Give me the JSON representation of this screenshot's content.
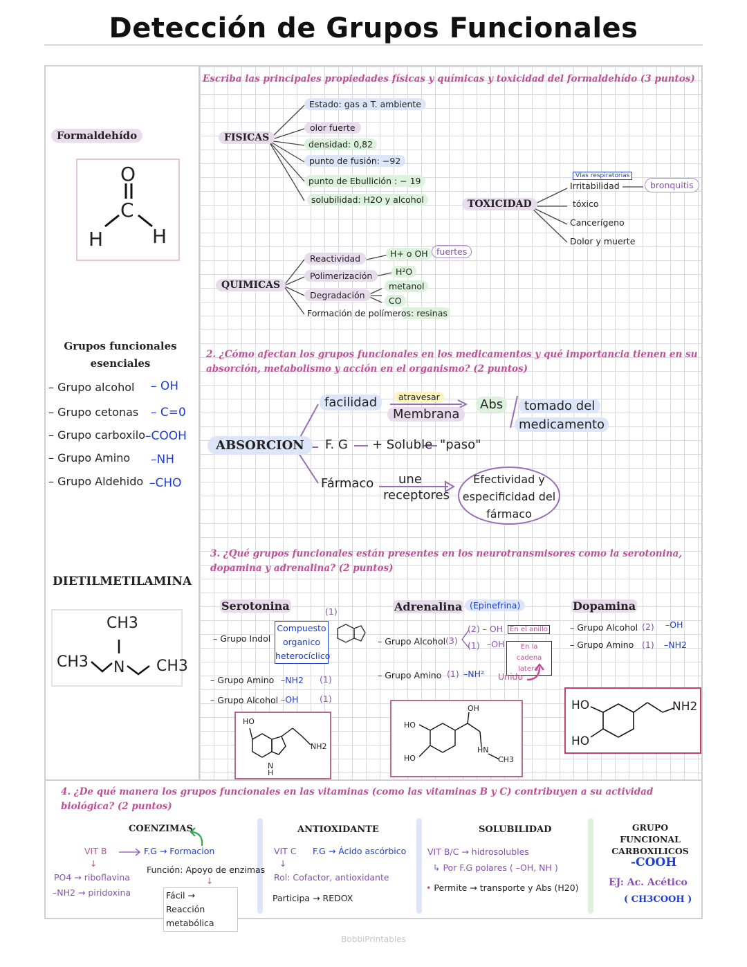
{
  "title": "Detección de Grupos Funcionales",
  "watermark": "BobbiPrintables",
  "colors": {
    "accent_pink": "#c04f97",
    "accent_blue": "#1b3ed1",
    "accent_violet": "#8b4fb6",
    "box_border": "#b46a8f"
  },
  "left": {
    "formaldehido_label": "Formaldehído",
    "formaldehido_atoms": {
      "o": "O",
      "c": "C",
      "h1": "H",
      "h2": "H"
    },
    "grupos_title_1": "Grupos funcionales",
    "grupos_title_2": "esenciales",
    "grupos": [
      {
        "name": "– Grupo alcohol",
        "formula": "– OH"
      },
      {
        "name": "– Grupo cetonas",
        "formula": "– C=0"
      },
      {
        "name": "– Grupo carboxilo",
        "formula": "–COOH"
      },
      {
        "name": "– Grupo Amino",
        "formula": "–NH"
      },
      {
        "name": "– Grupo Aldehido",
        "formula": "–CHO"
      }
    ],
    "dietil_label": "DIETILMETILAMINA",
    "dietil_atoms": {
      "top": "CH3",
      "n": "N",
      "left": "CH3",
      "right": "CH3"
    }
  },
  "q1": {
    "question": "Escriba las principales propiedades físicas y químicas y toxicidad del formaldehído (3 puntos)",
    "fisicas_label": "FISICAS",
    "fisicas": [
      "Estado: gas a T. ambiente",
      "olor fuerte",
      "densidad: 0,82",
      "punto de fusión: −92",
      "punto de Ebullición : − 19",
      "solubilidad: H2O y alcohol"
    ],
    "quimicas_label": "QUIMICAS",
    "quimicas": [
      "Reactividad",
      "Polimerización",
      "Degradación",
      "Formación de polímeros: resinas"
    ],
    "reactividad_detail": "H+ o OH",
    "fuertes": "fuertes",
    "polimerizacion_detail": "H²O",
    "degradacion_detail_1": "metanol",
    "degradacion_detail_2": "CO",
    "toxicidad_label": "TOXICIDAD",
    "toxicidad": [
      "Irritabilidad",
      "tóxico",
      "Cancerígeno",
      "Dolor y muerte"
    ],
    "vias": "Vías respiratorias",
    "bronquitis": "bronquitis"
  },
  "q2": {
    "question_1": "2. ¿Cómo afectan los grupos funcionales en los medicamentos y qué importancia tienen en su",
    "question_2": "absorción, metabolismo y acción en el organismo? (2 puntos)",
    "absorcion": "ABSORCION",
    "facilidad": "facilidad",
    "atravesar": "atravesar",
    "membrana": "Membrana",
    "abs": "Abs",
    "tomado_1": "tomado del",
    "tomado_2": "medicamento",
    "fg": "F. G",
    "soluble": "+ Soluble",
    "paso": "\"paso\"",
    "farmaco": "Fármaco",
    "une": "une",
    "receptores": "receptores",
    "efectividad_1": "Efectividad y",
    "efectividad_2": "especificidad del",
    "efectividad_3": "fármaco"
  },
  "q3": {
    "question_1": "3. ¿Qué grupos funcionales están presentes en los neurotransmisores como la serotonina,",
    "question_2": "dopamina y adrenalina? (2 puntos)",
    "serotonina": {
      "title": "Serotonina",
      "indol": "– Grupo Indol",
      "indol_count": "(1)",
      "compuesto_1": "Compuesto",
      "compuesto_2": "organico",
      "compuesto_3": "heterocíclico",
      "amino": "– Grupo Amino",
      "amino_f": "–NH2",
      "amino_c": "(1)",
      "alcohol": "– Grupo Alcohol",
      "alcohol_f": "–OH",
      "alcohol_c": "(1)",
      "mol_ho": "HO",
      "mol_nh2": "NH2",
      "mol_nh": "N",
      "mol_h": "H"
    },
    "adrenalina": {
      "title": "Adrenalina",
      "epinefrina": "(Epinefrina)",
      "alcohol": "– Grupo Alcohol",
      "alcohol_c": "(3)",
      "oh1_c": "(2) – OH",
      "anillo": "En el anillo",
      "oh2_c": "(1)",
      "oh2_f": "–OH",
      "cadena_1": "En la cadena",
      "cadena_2": "lateral",
      "amino": "– Grupo Amino",
      "amino_c": "(1)",
      "amino_f": "–NH²",
      "unido": "Unido",
      "mol_oh": "OH",
      "mol_ho1": "HO",
      "mol_ho2": "HO",
      "mol_hn": "HN",
      "mol_ch3": "CH3"
    },
    "dopamina": {
      "title": "Dopamina",
      "alcohol": "– Grupo Alcohol",
      "alcohol_c": "(2)",
      "alcohol_f": "–OH",
      "amino": "– Grupo Amino",
      "amino_c": "(1)",
      "amino_f": "–NH2",
      "mol_ho1": "HO",
      "mol_ho2": "HO",
      "mol_nh2": "NH2"
    }
  },
  "q4": {
    "question_1": "4. ¿De qué manera los grupos funcionales en las vitaminas (como las vitaminas B y C) contribuyen a su actividad",
    "question_2": "biológica? (2 puntos)",
    "coenzimas": {
      "title": "COENZIMAS",
      "vitb": "VIT B",
      "fg": "F.G → Formacion",
      "po4": "PO4 → riboflavina",
      "nh2": "–NH2 → piridoxina",
      "funcion": "Función: Apoyo de enzimas",
      "facil_1": "Fácil → Reacción",
      "facil_2": "metabólica"
    },
    "antioxidante": {
      "title": "ANTIOXIDANTE",
      "vitc": "VIT C",
      "fg": "F.G → Ácido ascórbico",
      "rol": "Rol: Cofactor, antioxidante",
      "participa": "Participa → REDOX"
    },
    "solubilidad": {
      "title": "SOLUBILIDAD",
      "vitbc": "VIT B/C → hidrosolubles",
      "por": "Por F.G polares ( –OH, NH )",
      "permite": "Permite → transporte y Abs (H20)"
    },
    "carboxilicos": {
      "title_1": "GRUPO FUNCIONAL",
      "title_2": "CARBOXILICOS",
      "formula": "-COOH",
      "ej": "EJ: Ac. Acético",
      "ej2": "( CH3COOH )"
    }
  }
}
